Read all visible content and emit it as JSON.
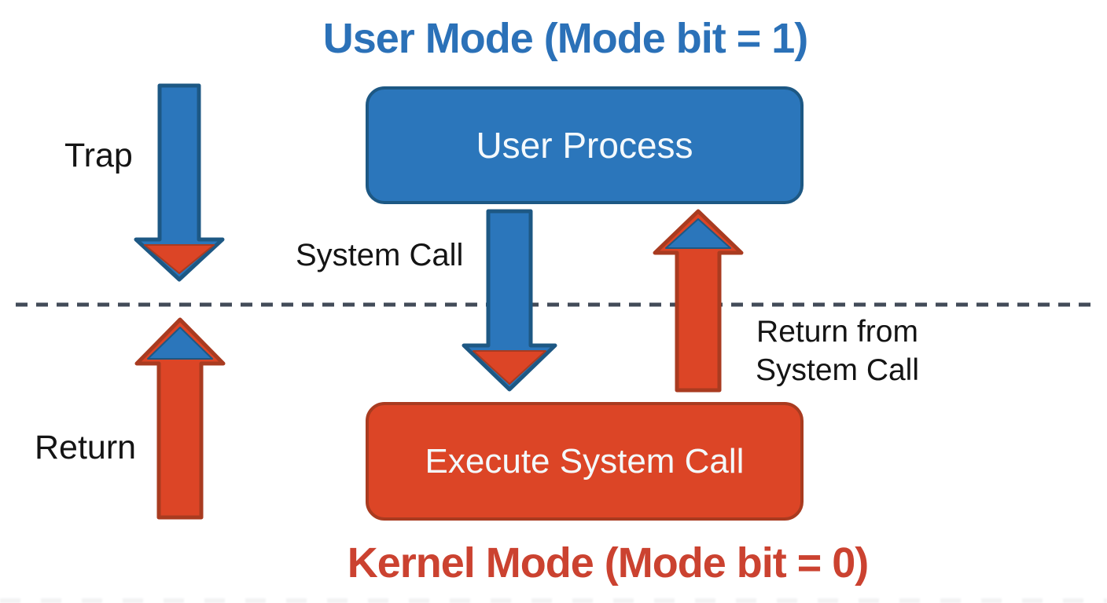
{
  "diagram": {
    "user_mode_title": "User Mode (Mode bit = 1)",
    "kernel_mode_title": "Kernel Mode (Mode bit = 0)",
    "boxes": {
      "user_process": "User Process",
      "execute_system_call": "Execute System Call"
    },
    "labels": {
      "trap": "Trap",
      "system_call": "System Call",
      "return_from_line1": "Return from",
      "return_from_line2": "System Call",
      "return": "Return"
    }
  },
  "colors": {
    "blue_fill": "#2B76BB",
    "blue_border": "#1D5884",
    "red_fill": "#DC4526",
    "red_border": "#A93B20",
    "blue_title": "#2B71B8",
    "red_title": "#CB4230",
    "dashed_line": "#424B58",
    "label_text": "#141414",
    "box_text": "#F4F9FC"
  }
}
